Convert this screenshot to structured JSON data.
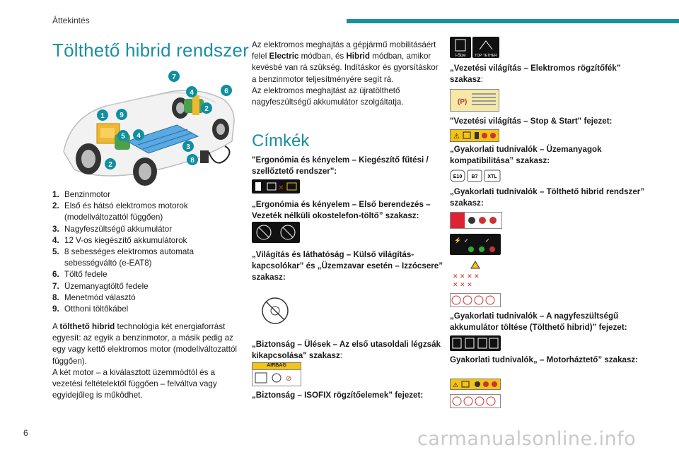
{
  "header": {
    "section": "Áttekintés",
    "page_number": "6"
  },
  "title": "Tölthető hibrid rendszer",
  "legend": [
    {
      "num": "1.",
      "text": "Benzinmotor"
    },
    {
      "num": "2.",
      "text": "Első és hátsó elektromos motorok (modellváltozattól függően)"
    },
    {
      "num": "3.",
      "text": "Nagyfeszültségű akkumulátor"
    },
    {
      "num": "4.",
      "text": "12 V-os kiegészítő akkumulátorok"
    },
    {
      "num": "5.",
      "text": "8 sebességes elektromos automata sebességváltó (e-EAT8)"
    },
    {
      "num": "6.",
      "text": "Töltő fedele"
    },
    {
      "num": "7.",
      "text": "Üzemanyagtöltő fedele"
    },
    {
      "num": "8.",
      "text": "Menetmód választó"
    },
    {
      "num": "9.",
      "text": "Otthoni töltőkábel"
    }
  ],
  "diagram_markers": [
    "1",
    "2",
    "2",
    "3",
    "4",
    "5",
    "6",
    "7",
    "8",
    "9"
  ],
  "col1_para": {
    "p1_pre": "A ",
    "p1_bold": "tölthető hibrid",
    "p1_post": " technológia két energiaforrást egyesít: az egyik a benzinmotor, a másik pedig az egy vagy kettő elektromos motor (modellváltozattól függően).",
    "p2": "A két motor – a kiválasztott üzemmódtól és a vezetési feltételektől függően – felváltva vagy egyidejűleg is működhet."
  },
  "col2_para": {
    "a1": "Az elektromos meghajtás a gépjármű mobilitásáért felel ",
    "b1": "Electric",
    "a2": " módban, és ",
    "b2": "Hibrid",
    "a3": " módban, amikor kevésbé van rá szükség. Indításkor és gyorsításkor a benzinmotor teljesítményére segít rá.",
    "p2": "Az elektromos meghajtást az újratölthető nagyfeszültségű akkumulátor szolgáltatja."
  },
  "labels_heading": "Címkék",
  "labels": {
    "l1": "\"Ergonómia és kényelem – Kiegészítő fűtési / szellőztető rendszer\":",
    "l2": "„Ergonómia és kényelem – Első berendezés – Vezeték nélküli okostelefon-töltő” szakasz:",
    "l3": "„Világítás és láthatóság – Külső világítás-kapcsolókar” és „Üzemzavar esetén – Izzócsere” szakasz:",
    "l4_bold": "„Biztonság – Ülések – Az első utasoldali légzsák kikapcsolása\" szakasz",
    "l4_tail": ":",
    "l5": "„Biztonság – ISOFIX rögzítőelemek” fejezet:",
    "l6_bold": "„Vezetési világítás – Elektromos rögzítőfék” szakasz",
    "l6_tail": ":",
    "l7": "\"Vezetési világítás – Stop & Start\" fejezet:",
    "l8": "„Gyakorlati tudnivalók – Üzemanyagok kompatibilitása” szakasz:",
    "l9": "„Gyakorlati tudnivalók – Tölthető hibrid rendszer” szakasz:",
    "l10": "„Gyakorlati tudnivalók – A nagyfeszültségű akkumulátor töltése (Tölthető hibrid)” fejezet:",
    "l11": "Gyakorlati tudnivalók„ – Motorháztető” szakasz:"
  },
  "airbag_text": "AIRBAG",
  "fuel_codes": [
    "E10",
    "B7",
    "XTL"
  ],
  "isofix_icons": [
    "i-Size",
    "TOP TETHER"
  ],
  "watermark": "carmanualsonline.info",
  "colors": {
    "accent": "#1a8fa0",
    "marker": "#0f8fa0",
    "warning_yellow": "#f3c316"
  }
}
